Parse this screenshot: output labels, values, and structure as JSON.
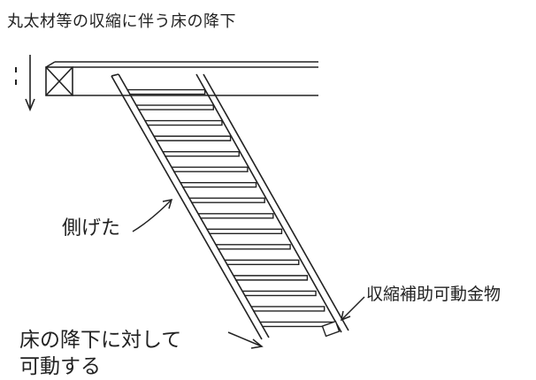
{
  "title": "丸太材等の収縮に伴う床の降下",
  "labels": {
    "stringer": "側げた",
    "fitting": "収縮補助可動金物",
    "floor_line1": "床の降下に対して",
    "floor_line2": "可動する"
  },
  "stair_steps": 16,
  "colors": {
    "line": "#222222",
    "background": "#ffffff"
  }
}
